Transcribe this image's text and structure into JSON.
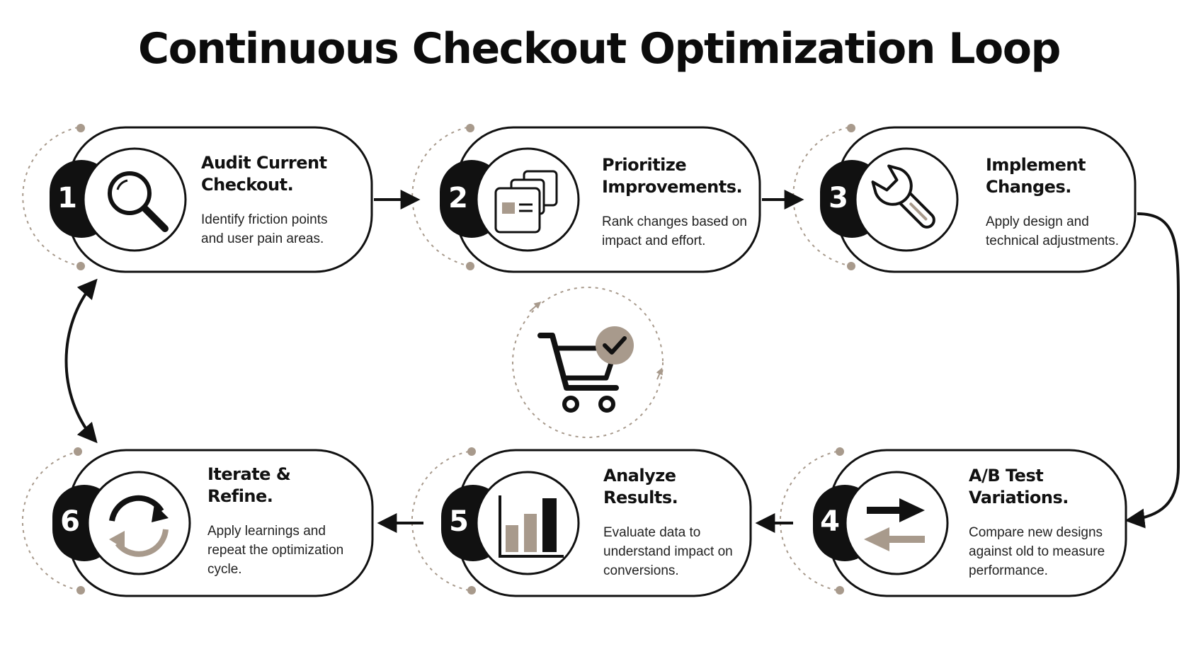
{
  "title": "Continuous Checkout Optimization Loop",
  "colors": {
    "ink": "#111111",
    "accent": "#a89a8c",
    "background": "#ffffff"
  },
  "center_icon": "shopping-cart-check-icon",
  "steps": [
    {
      "number": "1",
      "icon": "magnifier-icon",
      "title_lines": [
        "Audit Current",
        "Checkout."
      ],
      "desc_lines": [
        "Identify friction points",
        "and user pain areas."
      ]
    },
    {
      "number": "2",
      "icon": "stacked-cards-icon",
      "title_lines": [
        "Prioritize",
        "Improvements."
      ],
      "desc_lines": [
        "Rank changes based on",
        "impact and effort."
      ]
    },
    {
      "number": "3",
      "icon": "wrench-icon",
      "title_lines": [
        "Implement",
        "Changes."
      ],
      "desc_lines": [
        "Apply design and",
        "technical adjustments."
      ]
    },
    {
      "number": "4",
      "icon": "swap-arrows-icon",
      "title_lines": [
        "A/B Test",
        "Variations."
      ],
      "desc_lines": [
        "Compare new designs",
        "against old to measure",
        "performance."
      ]
    },
    {
      "number": "5",
      "icon": "bar-chart-icon",
      "title_lines": [
        "Analyze",
        "Results."
      ],
      "desc_lines": [
        "Evaluate data to",
        "understand impact on",
        "conversions."
      ]
    },
    {
      "number": "6",
      "icon": "refresh-cycle-icon",
      "title_lines": [
        "Iterate &",
        "Refine."
      ],
      "desc_lines": [
        "Apply learnings and",
        "repeat the optimization",
        "cycle."
      ]
    }
  ]
}
